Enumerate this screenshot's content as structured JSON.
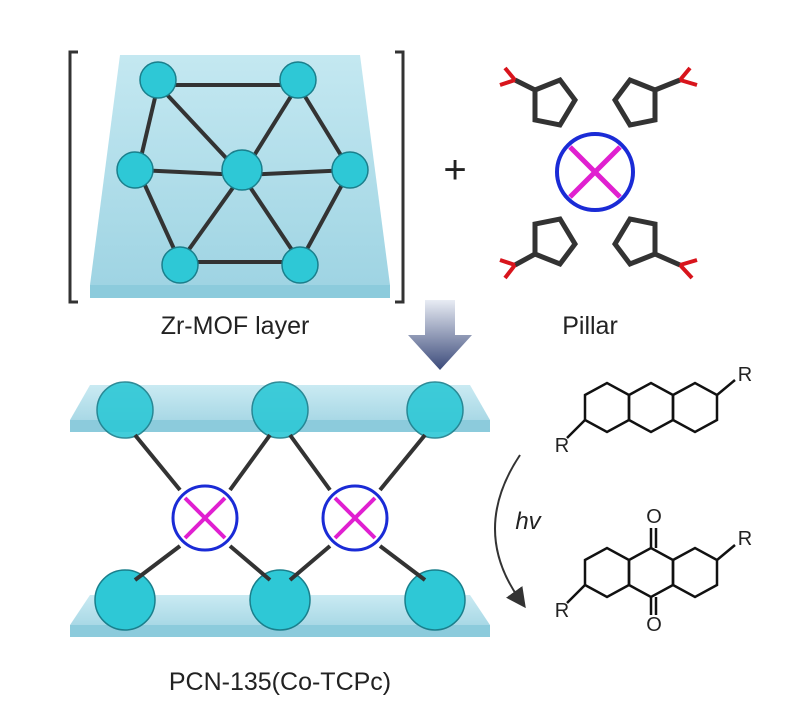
{
  "labels": {
    "zr_mof_layer": "Zr-MOF layer",
    "pillar": "Pillar",
    "product": "PCN-135(Co-TCPc)",
    "plus": "+",
    "light": "hv",
    "r_group": "R",
    "oxygen": "O"
  },
  "colors": {
    "slab": "#a9dbe8",
    "cluster": "#2ec8d6",
    "linker": "#333333",
    "nitrogen": "#1a2bd6",
    "oxygen": "#d8141c",
    "cobalt": "#e020d0",
    "arrow": "#4a5c8c"
  }
}
